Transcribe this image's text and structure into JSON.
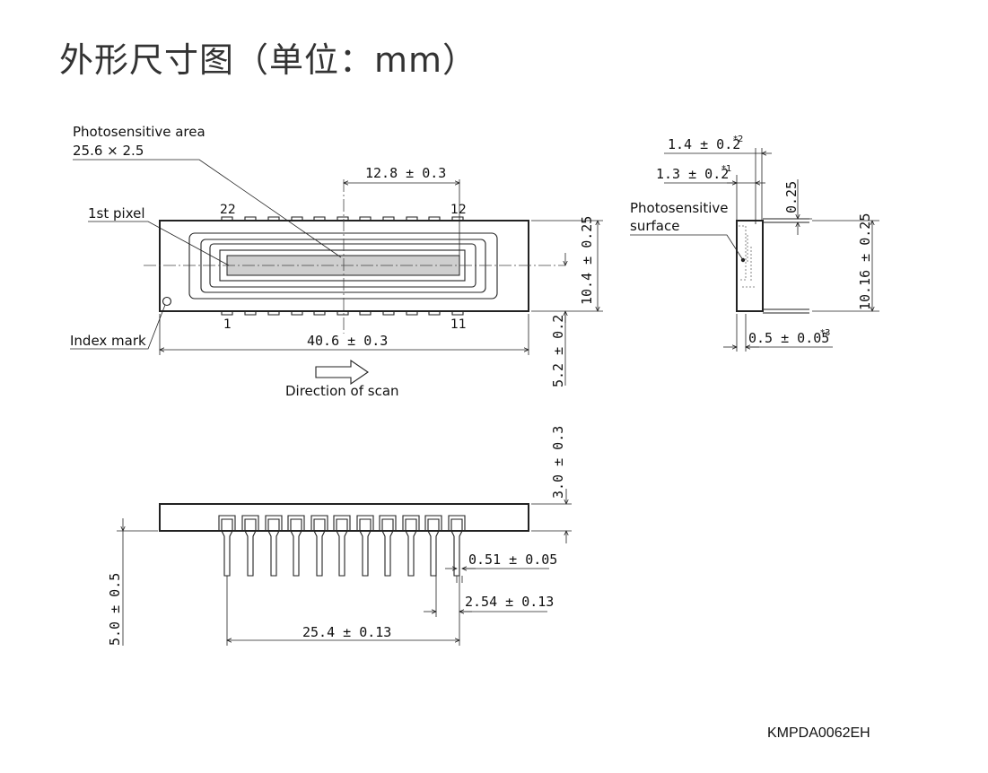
{
  "title": "外形尺寸图（单位：mm）",
  "labels": {
    "photosensitive_area_line1": "Photosensitive area",
    "photosensitive_area_line2": "25.6 × 2.5",
    "first_pixel": "1st pixel",
    "index_mark": "Index mark",
    "direction_of_scan": "Direction of scan",
    "photosensitive_surface_line1": "Photosensitive",
    "photosensitive_surface_line2": "surface",
    "pin_22": "22",
    "pin_12": "12",
    "pin_1": "1",
    "pin_11": "11"
  },
  "dimensions": {
    "center_offset": "12.8 ± 0.3",
    "package_length": "40.6 ± 0.3",
    "package_width": "10.4 ± 0.25",
    "lead_offset": "5.2 ± 0.2",
    "dim_1_4": "1.4 ± 0.2",
    "dim_1_4_note": "*2",
    "dim_1_3": "1.3 ± 0.2",
    "dim_1_3_note": "*1",
    "dim_0_25": "0.25",
    "dim_10_16": "10.16 ± 0.25",
    "dim_0_5": "0.5 ± 0.05",
    "dim_0_5_note": "*3",
    "package_height": "3.0 ± 0.3",
    "lead_length": "5.0 ± 0.5",
    "lead_width": "0.51 ± 0.05",
    "lead_pitch": "2.54 ± 0.13",
    "lead_span": "25.4 ± 0.13"
  },
  "drawing_code": "KMPDA0062EH"
}
